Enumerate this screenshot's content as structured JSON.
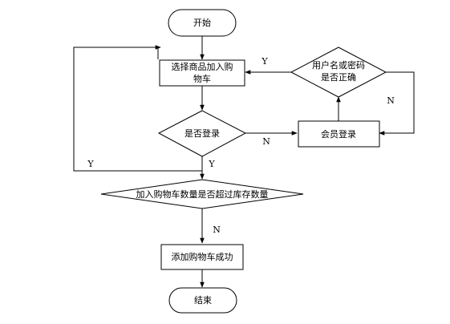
{
  "flowchart": {
    "start": "开始",
    "select_product": [
      "选择商品加入购",
      "物车"
    ],
    "is_logged_in": "是否登录",
    "member_login": "会员登录",
    "credentials_ok": [
      "用户名或密码",
      "是否正确"
    ],
    "stock_check": "加入购物车数量是否超过库存数量",
    "add_success": "添加购物车成功",
    "end": "结束"
  },
  "edge_labels": {
    "credentials_yes": "Y",
    "credentials_no": "N",
    "login_no": "N",
    "login_yes": "Y",
    "stock_yes": "Y",
    "stock_no": "N"
  },
  "colors": {
    "line": "#000000",
    "background": "#ffffff"
  }
}
